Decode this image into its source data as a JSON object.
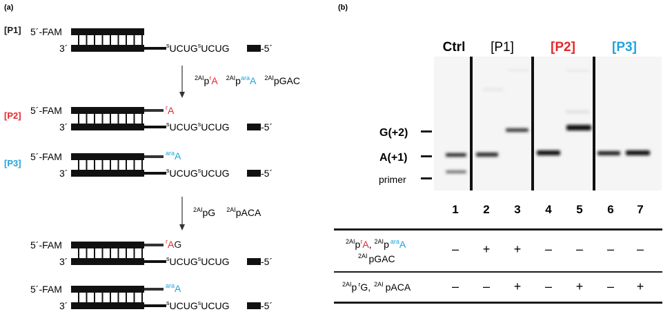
{
  "panel_labels": {
    "a": "(a)",
    "b": "(b)"
  },
  "colors": {
    "red": "#e8252a",
    "blue": "#1fa3dc",
    "dark": "#1a1a1a",
    "gray": "#555555"
  },
  "diagram": {
    "p1_tag": "[P1]",
    "p2_tag": "[P2]",
    "p3_tag": "[P3]",
    "top_strand_label": "5´-FAM",
    "bottom_strand_3": "3´",
    "bottom_strand_5": "-5´",
    "template_s1": "s",
    "template_n1": "UCUG",
    "template_s2": "s",
    "template_n2": "UCUG",
    "step1": {
      "sup1": "2AI",
      "p1": "p",
      "r": "r",
      "A1": "A",
      "sup2": "2AI",
      "p2": "p",
      "ara": "ara",
      "A2": "A",
      "sup3": "2AI",
      "pGAC": "pGAC"
    },
    "step2": {
      "sup1": "2AI",
      "pG": "pG",
      "sup2": "2AI",
      "pACA": "pACA"
    },
    "p2_ext": {
      "r": "r",
      "A": "A"
    },
    "p3_ext": {
      "ara": "ara",
      "A": "A"
    },
    "p4_ext": {
      "r": "r",
      "A": "A",
      "G": "G"
    },
    "p5_ext": {
      "ara": "ara",
      "A": "A"
    }
  },
  "gel": {
    "lane_groups": [
      "Ctrl",
      "[P1]",
      "[P2]",
      "[P3]"
    ],
    "markers": [
      "G(+2)",
      "A(+1)",
      "primer"
    ],
    "lanes": [
      "1",
      "2",
      "3",
      "4",
      "5",
      "6",
      "7"
    ]
  },
  "table": {
    "row1": {
      "l1_sup1": "2AI",
      "l1_p1": "p",
      "l1_r": "r",
      "l1_A1": "A",
      "l1_comma": ",",
      "l1_sup2": "2AI",
      "l1_p2": "p",
      "l1_ara": "ara",
      "l1_A2": "A",
      "l2_sup": "2AI",
      "l2_pGAC": "pGAC",
      "marks": [
        "–",
        "+",
        "+",
        "–",
        "–",
        "–",
        "–"
      ]
    },
    "row2": {
      "sup1": "2AI",
      "p1": "p",
      "r": "r",
      "G": "G,",
      "sup2": "2AI",
      "pACA": "pACA",
      "marks": [
        "–",
        "–",
        "+",
        "–",
        "+",
        "–",
        "+"
      ]
    }
  }
}
